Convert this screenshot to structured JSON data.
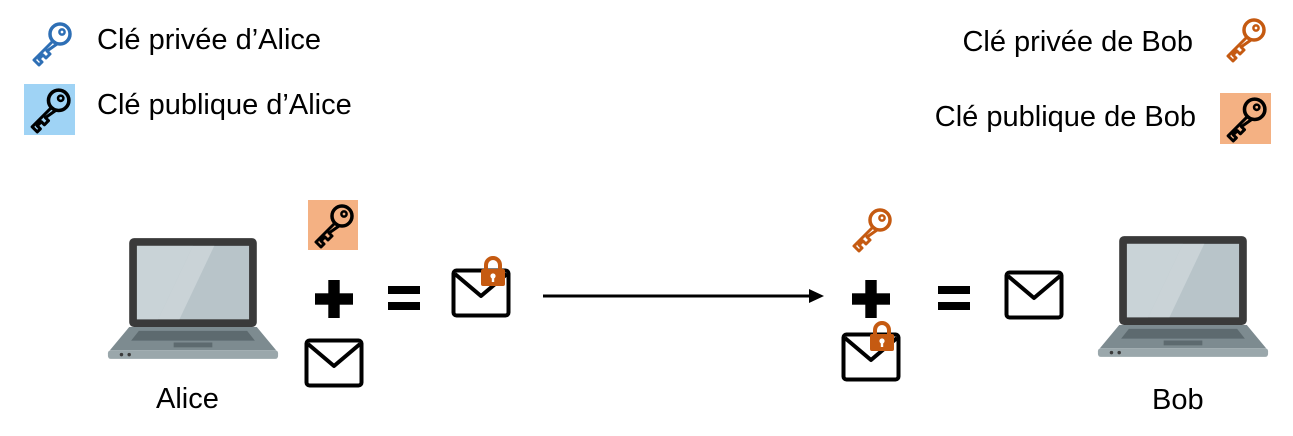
{
  "legend": {
    "alice_private": "Clé privée d’Alice",
    "alice_public": "Clé publique d’Alice",
    "bob_private": "Clé privée de Bob",
    "bob_public": "Clé publique de Bob"
  },
  "nodes": {
    "alice": "Alice",
    "bob": "Bob"
  },
  "operators": {
    "plus": "+",
    "equals": "="
  },
  "colors": {
    "alice_key": "#2e6fb5",
    "alice_public_bg": "#9fd3f5",
    "bob_key": "#c55a11",
    "bob_public_bg": "#f4b183",
    "lock": "#c55a11",
    "ink": "#000000"
  }
}
